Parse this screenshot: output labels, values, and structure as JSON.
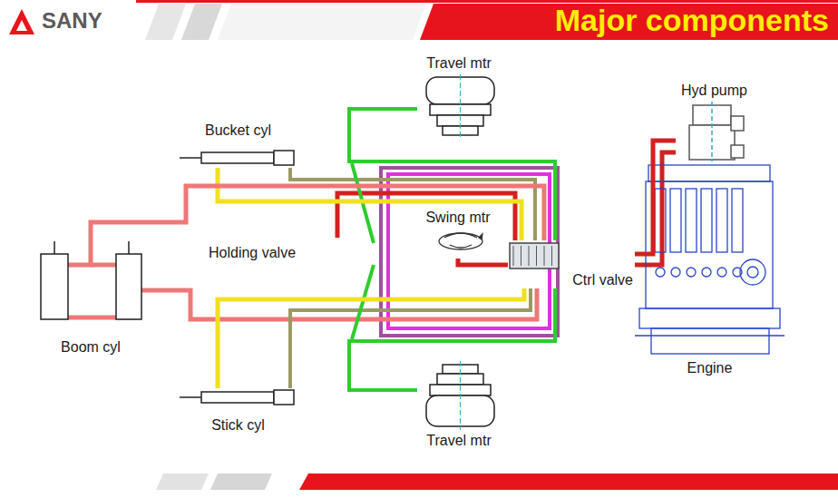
{
  "diagram": {
    "title": "Major components",
    "nodes": [
      {
        "text": [
          "Travel mtr"
        ]
      },
      {
        "text": [
          "Hyd pump"
        ]
      },
      {
        "text": [
          "Bucket cyl"
        ]
      },
      {
        "text": [
          "Swing mtr"
        ]
      },
      {
        "text": [
          "Ctrl valve"
        ]
      },
      {
        "text": [
          "Boom cyl"
        ]
      },
      {
        "text": [
          "Engine"
        ]
      },
      {
        "text": [
          "Stick cyl"
        ]
      },
      {
        "text": [
          "Travel mtr"
        ]
      }
    ],
    "edges": [
      {
        "from": 1,
        "to": 4,
        "arrow": "none"
      },
      {
        "from": 4,
        "to": 0,
        "arrow": "none"
      },
      {
        "from": 4,
        "to": 2,
        "arrow": "none"
      },
      {
        "from": 4,
        "to": 3,
        "arrow": "none"
      },
      {
        "from": 4,
        "to": 5,
        "arrow": "none"
      },
      {
        "from": 4,
        "to": 7,
        "arrow": "none"
      },
      {
        "from": 4,
        "to": 8,
        "arrow": "none"
      }
    ],
    "labels": [
      "SANY",
      "Holding valve"
    ]
  }
}
